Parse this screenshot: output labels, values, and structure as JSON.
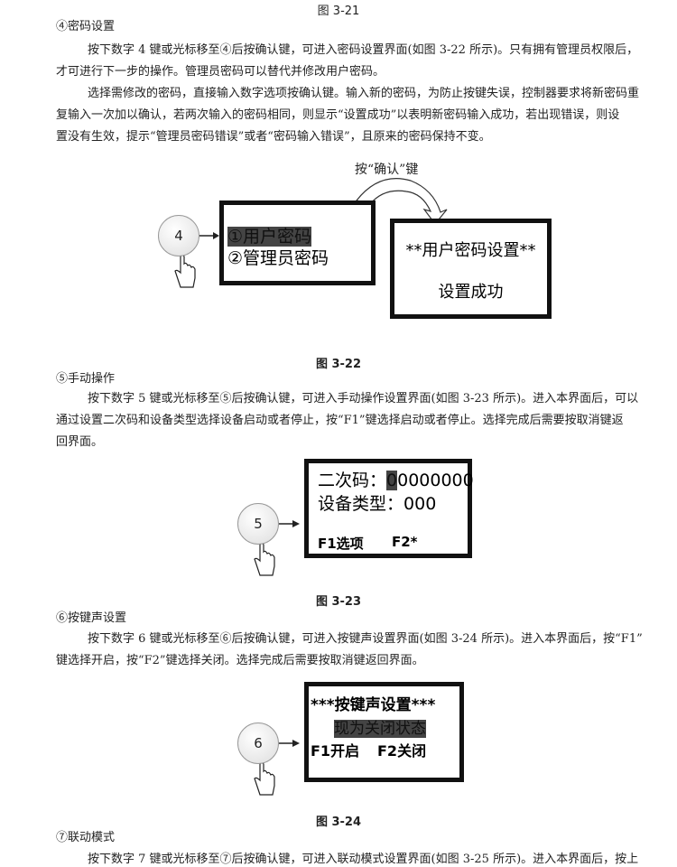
{
  "captions": {
    "fig21": "图 3-21",
    "fig22": "图 3-22",
    "fig23": "图 3-23",
    "fig24": "图 3-24"
  },
  "sec4": {
    "heading": "④密码设置",
    "lines": [
      "按下数字 4 键或光标移至④后按确认键，可进入密码设置界面(如图 3-22 所示)。只有拥有管理员权限后，",
      "才可进行下一步的操作。管理员密码可以替代并修改用户密码。",
      "选择需修改的密码，直接输入数字选项按确认键。输入新的密码，为防止按键失误，控制器要求将新密码重",
      "复输入一次加以确认，若两次输入的密码相同，则显示“设置成功”以表明新密码输入成功，若出现错误，则设",
      "置没有生效，提示“管理员密码错误”或者“密码输入错误”，且原来的密码保持不变。"
    ]
  },
  "fig22": {
    "key": "4",
    "arrow_label": "按“确认”键",
    "menu": [
      "①用户密码",
      "②管理员密码"
    ],
    "result_title": "**用户密码设置**",
    "result_msg": "设置成功"
  },
  "sec5": {
    "heading": "⑤手动操作",
    "lines": [
      "按下数字 5 键或光标移至⑤后按确认键，可进入手动操作设置界面(如图 3-23 所示)。进入本界面后，可以",
      "通过设置二次码和设备类型选择设备启动或者停止，按“F1”键选择启动或者停止。选择完成后需要按取消键返",
      "回界面。"
    ]
  },
  "fig23": {
    "key": "5",
    "code_label": "二次码：",
    "code_cursor": "0",
    "code_rest": "0000000",
    "type_label": "设备类型：",
    "type_value": "000",
    "f1": "F1选项",
    "f2": "F2*"
  },
  "sec6": {
    "heading": "⑥按键声设置",
    "lines": [
      "按下数字 6 键或光标移至⑥后按确认键，可进入按键声设置界面(如图 3-24 所示)。进入本界面后，按“F1”",
      "键选择开启，按“F2”键选择关闭。选择完成后需要按取消键返回界面。"
    ]
  },
  "fig24": {
    "key": "6",
    "title": "***按键声设置***",
    "status": "现为关闭状态",
    "f1": "F1开启",
    "f2": "F2关闭"
  },
  "sec7": {
    "heading": "⑦联动模式",
    "lines": [
      "按下数字 7 键或光标移至⑦后按确认键，可进入联动模式设置界面(如图 3-25 所示)。进入本界面后，按上"
    ]
  }
}
